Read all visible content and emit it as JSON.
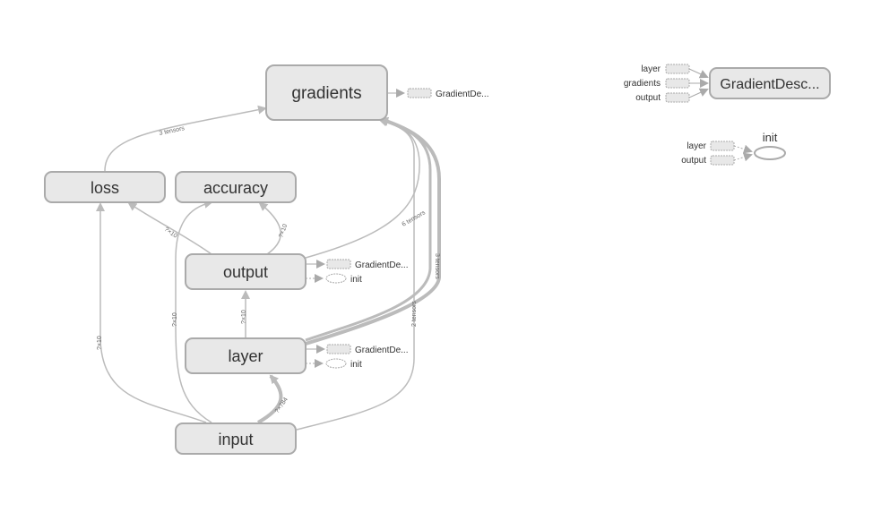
{
  "nodes": {
    "gradients": "gradients",
    "loss": "loss",
    "accuracy": "accuracy",
    "output": "output",
    "layer": "layer",
    "input": "input",
    "gradient_descent": "GradientDesc...",
    "init": "init"
  },
  "stubs": {
    "gradients_out": "GradientDe...",
    "output_grad": "GradientDe...",
    "output_init": "init",
    "layer_grad": "GradientDe...",
    "layer_init": "init"
  },
  "edge_labels": {
    "loss_to_gradients": "3 tensors",
    "output_to_gradients": "6 tensors",
    "layer_to_gradients_a": "3 tensors",
    "input_to_gradients": "2 tensors",
    "output_to_loss": "?×10",
    "output_to_accuracy": "?×10",
    "layer_to_output": "?×10",
    "input_to_loss": "?×10",
    "input_to_accuracy": "?×10",
    "input_to_layer": "?×784"
  },
  "aux_panel": {
    "gd_inputs": [
      "layer",
      "gradients",
      "output"
    ],
    "init_inputs": [
      "layer",
      "output"
    ]
  },
  "colors": {
    "node_fill": "#e8e8e8",
    "node_stroke": "#aaaaaa",
    "edge": "#bbbbbb",
    "stub_fill": "#e8e8e8"
  }
}
